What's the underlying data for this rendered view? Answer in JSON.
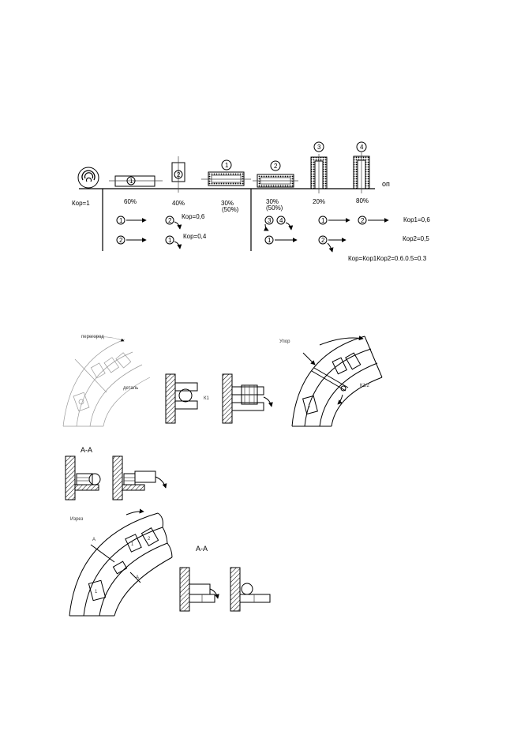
{
  "top": {
    "axis_label": "оп",
    "kop_start": "Кор=1",
    "stage_marks": [
      "1",
      "2",
      "1",
      "2",
      "3",
      "4"
    ],
    "percents": [
      "60%",
      "40%",
      "30%",
      "(50%)",
      "30%",
      "(50%)",
      "20%",
      "80%"
    ],
    "kop_left_1": "Кор=0,6",
    "kop_left_2": "Кор=0,4",
    "kop_right_1": "Кор1=0,6",
    "kop_right_2": "Кор2=0,5",
    "kop_total": "Кор=Кор1Кор2=0.6.0.5=0.3"
  },
  "bottom": {
    "label_peregrod": "перегород",
    "label_detal": "деталь",
    "label_upor": "Упор",
    "label_k1": "К1",
    "label_k12": "К1/2",
    "section_aa_1": "А-А",
    "label_izrez": "Изрез",
    "label_a": "А",
    "section_aa_2": "А-А"
  }
}
